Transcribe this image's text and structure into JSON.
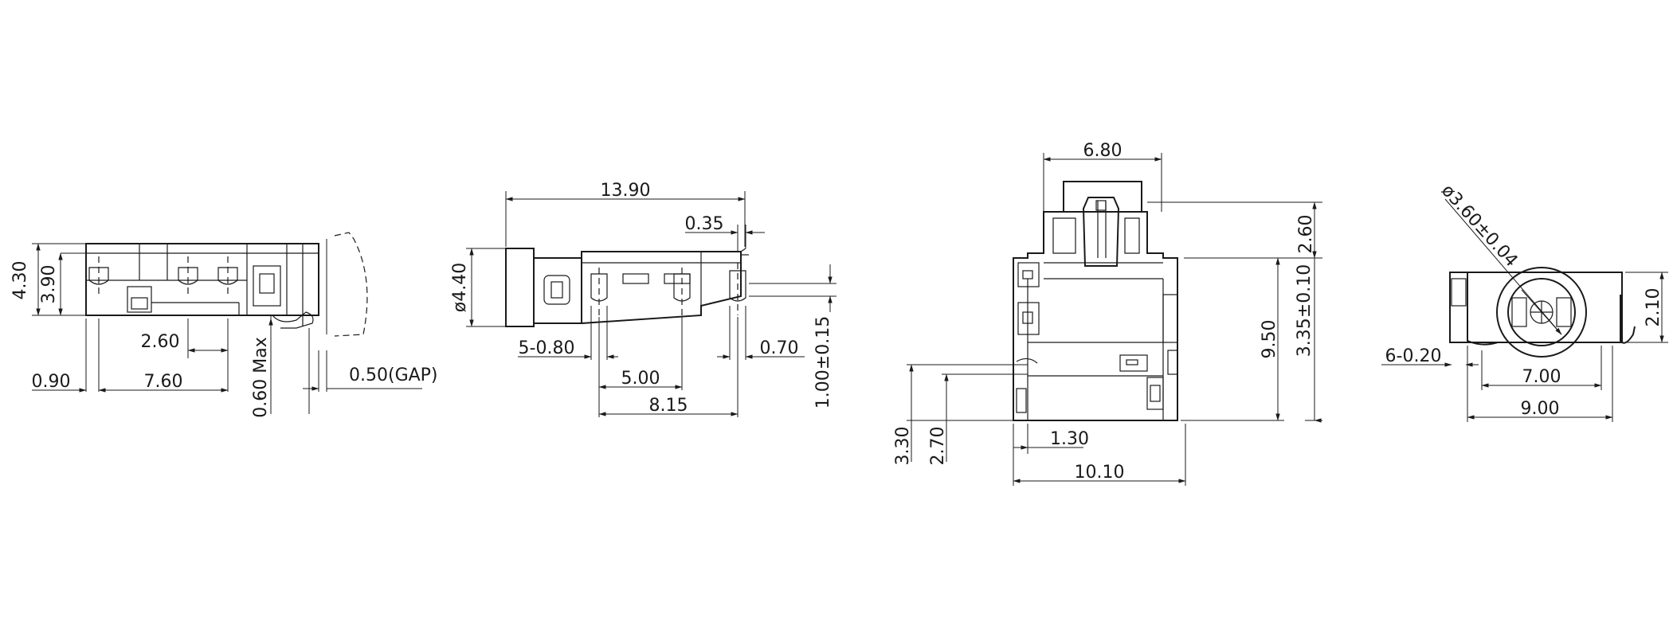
{
  "colors": {
    "line": "#1a1a1a",
    "background": "#ffffff"
  },
  "side_view": {
    "dim_height_total": "4.30",
    "dim_height_body": "3.90",
    "dim_pin_pitch": "2.60",
    "dim_pin_span": "7.60",
    "dim_front_offset": "0.90",
    "dim_standoff_max": "0.60 Max",
    "dim_gap": "0.50(GAP)"
  },
  "top_view": {
    "dim_length": "13.90",
    "dim_tip_offset": "0.35",
    "dim_diameter": "ø4.40",
    "dim_pin_width": "5-0.80",
    "dim_pin_spacing": "5.00",
    "dim_pin_span": "8.15",
    "dim_end_offset": "0.70",
    "dim_pin_offset_tol": "1.00±0.15"
  },
  "front_view": {
    "dim_top_width": "6.80",
    "dim_cap_height": "2.60",
    "dim_body_height": "9.50",
    "dim_hole_center_tol": "3.35±0.10",
    "dim_left_3_30": "3.30",
    "dim_left_2_70": "2.70",
    "dim_pin_offset": "1.30",
    "dim_overall_width": "10.10"
  },
  "end_view": {
    "dim_bore_tol": "ø3.60±0.04",
    "dim_pins": "6-0.20",
    "dim_height": "2.10",
    "dim_inner_width": "7.00",
    "dim_outer_width": "9.00"
  }
}
